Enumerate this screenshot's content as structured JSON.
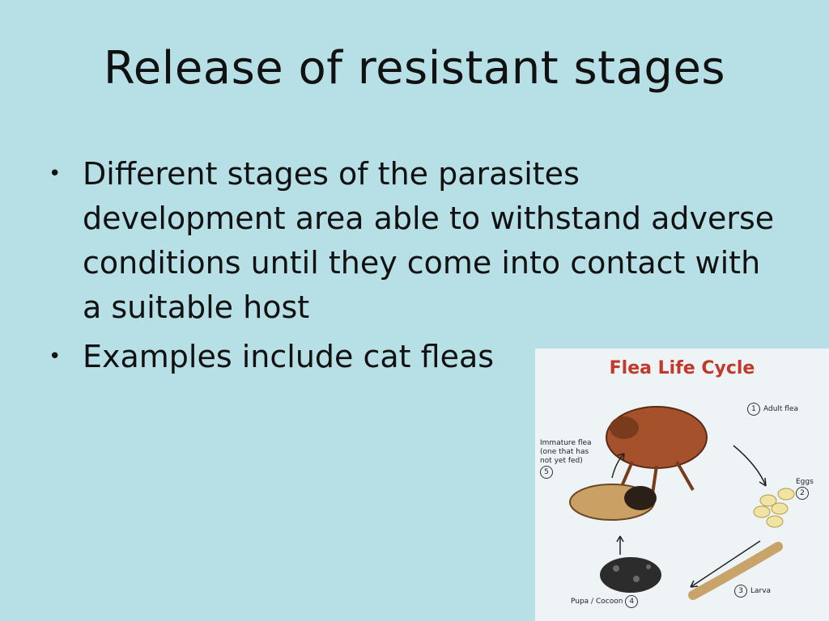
{
  "slide": {
    "title": "Release of resistant stages",
    "bullets": [
      "Different stages of the parasites development area able to withstand adverse conditions until they come into contact with a suitable host",
      "Examples include cat fleas"
    ]
  },
  "figure": {
    "title": "Flea Life Cycle",
    "stages": [
      {
        "num": "1",
        "label": "Adult flea"
      },
      {
        "num": "2",
        "label": "Eggs"
      },
      {
        "num": "3",
        "label": "Larva"
      },
      {
        "num": "4",
        "label": "Pupa / Cocoon"
      },
      {
        "num": "5",
        "label": "Immature flea (one that has not yet fed)"
      }
    ]
  }
}
